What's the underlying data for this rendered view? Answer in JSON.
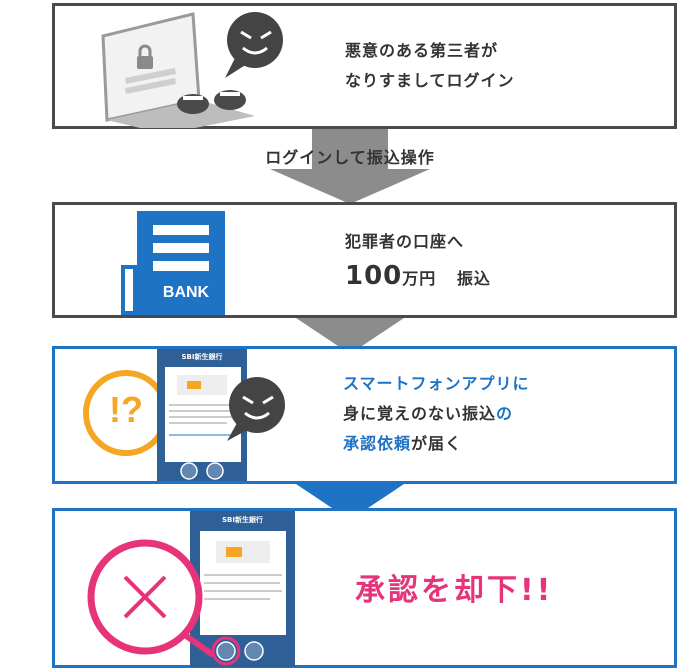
{
  "colors": {
    "gray_border": "#4a4a4a",
    "blue_border": "#1e73c4",
    "blue_text": "#1e73c4",
    "pink": "#e6337a",
    "orange": "#f5a623",
    "arrow_gray": "#8c8c8c",
    "arrow_blue": "#1e73c4"
  },
  "step1": {
    "line1": "悪意のある第三者が",
    "line2": "なりすましてログイン"
  },
  "arrow1": {
    "label": "ログインして振込操作"
  },
  "step2": {
    "line1": "犯罪者の口座へ",
    "amount": "100",
    "unit": "万円",
    "action": "振込",
    "bank_label": "BANK"
  },
  "step3": {
    "line1": "スマートフォンアプリに",
    "line2_a": "身に覚えのない振込",
    "line2_b": "の",
    "line3_a": "承認依頼",
    "line3_b": "が届く",
    "badge": "!?",
    "phone_title": "SBI新生銀行"
  },
  "step4": {
    "text": "承認を却下!!",
    "phone_title": "SBI新生銀行"
  }
}
